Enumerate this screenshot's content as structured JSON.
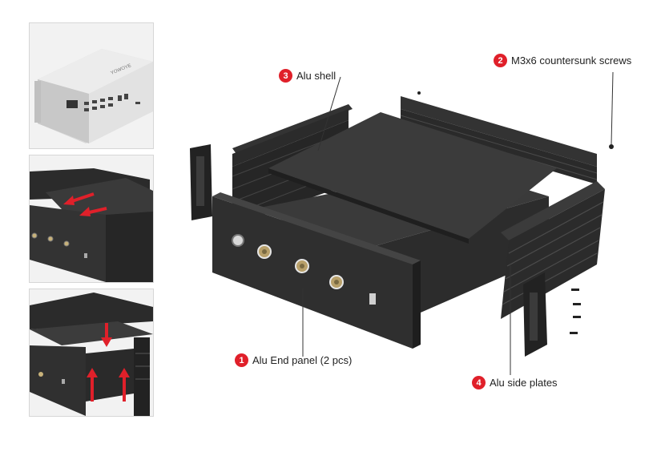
{
  "callouts": [
    {
      "number": "3",
      "label": "Alu shell"
    },
    {
      "number": "2",
      "label": "M3x6 countersunk screws"
    },
    {
      "number": "1",
      "label": "Alu End panel (2 pcs)"
    },
    {
      "number": "4",
      "label": "Alu side plates"
    }
  ],
  "thumbnails": [
    {
      "icon": "assembled-enclosure-photo"
    },
    {
      "icon": "slide-shell-arrows"
    },
    {
      "icon": "insert-plate-arrows"
    }
  ],
  "logo_text": "YOWOYE",
  "colors": {
    "badge": "#e0202a",
    "metal_dark": "#2b2b2b",
    "metal_mid": "#3d3d3d",
    "arrow": "#e0202a"
  }
}
